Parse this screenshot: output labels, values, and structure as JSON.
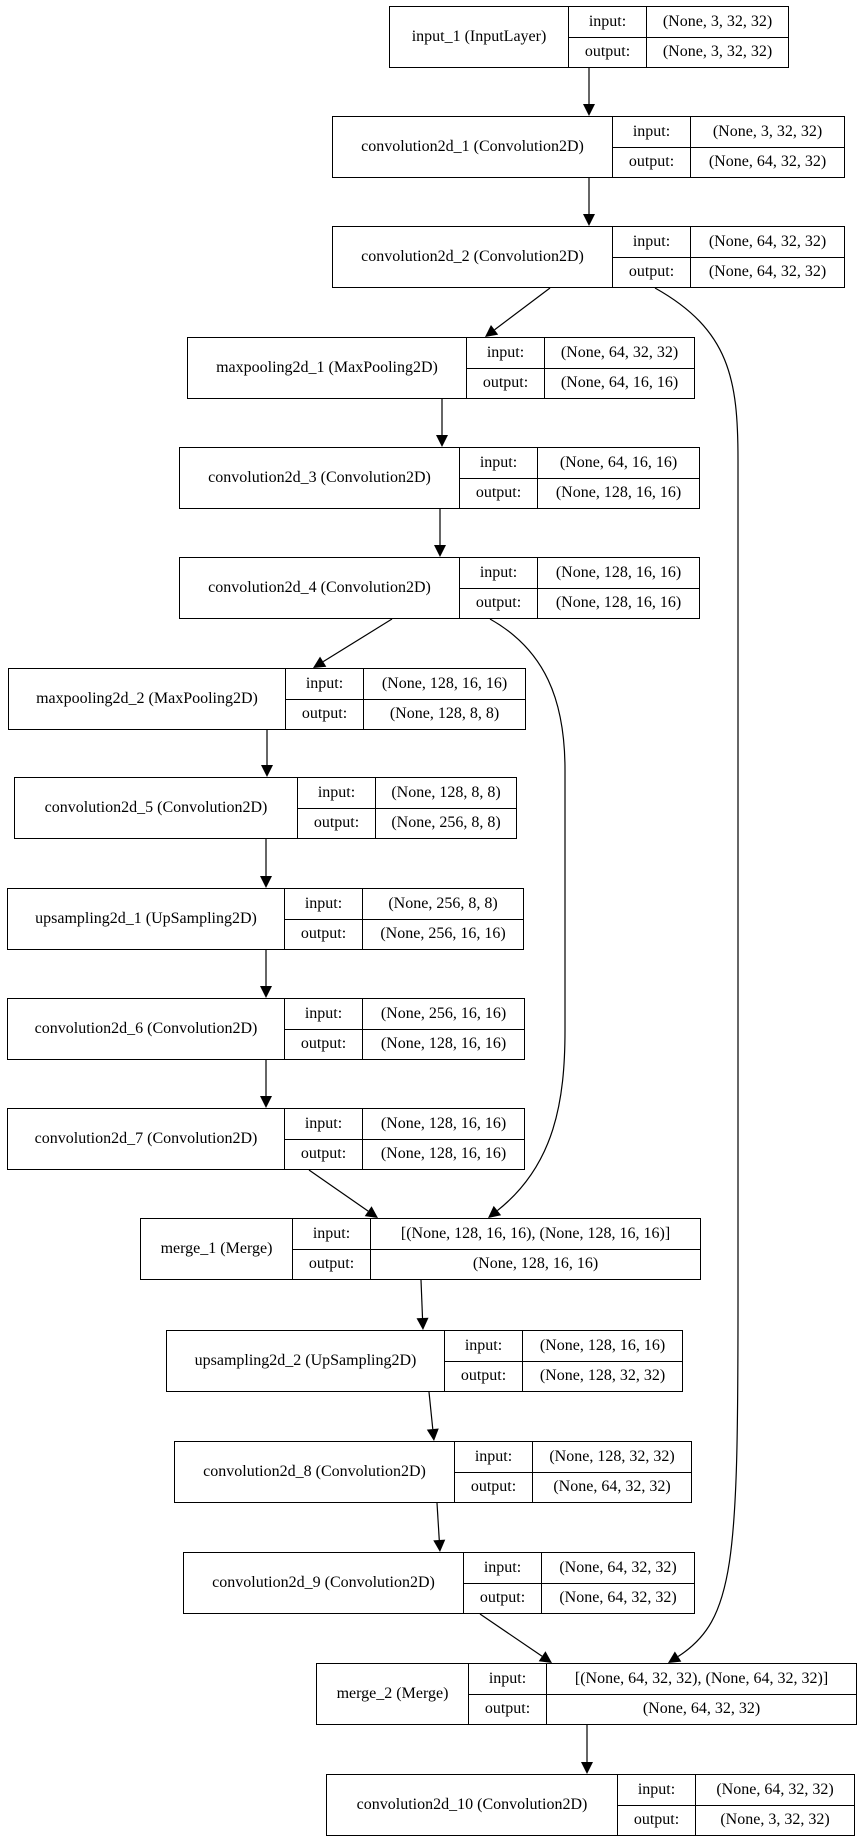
{
  "labels": {
    "input": "input:",
    "output": "output:"
  },
  "nodes": [
    {
      "id": "input_1",
      "name": "input_1 (InputLayer)",
      "input": "(None, 3, 32, 32)",
      "output": "(None, 3, 32, 32)"
    },
    {
      "id": "convolution2d_1",
      "name": "convolution2d_1 (Convolution2D)",
      "input": "(None, 3, 32, 32)",
      "output": "(None, 64, 32, 32)"
    },
    {
      "id": "convolution2d_2",
      "name": "convolution2d_2 (Convolution2D)",
      "input": "(None, 64, 32, 32)",
      "output": "(None, 64, 32, 32)"
    },
    {
      "id": "maxpooling2d_1",
      "name": "maxpooling2d_1 (MaxPooling2D)",
      "input": "(None, 64, 32, 32)",
      "output": "(None, 64, 16, 16)"
    },
    {
      "id": "convolution2d_3",
      "name": "convolution2d_3 (Convolution2D)",
      "input": "(None, 64, 16, 16)",
      "output": "(None, 128, 16, 16)"
    },
    {
      "id": "convolution2d_4",
      "name": "convolution2d_4 (Convolution2D)",
      "input": "(None, 128, 16, 16)",
      "output": "(None, 128, 16, 16)"
    },
    {
      "id": "maxpooling2d_2",
      "name": "maxpooling2d_2 (MaxPooling2D)",
      "input": "(None, 128, 16, 16)",
      "output": "(None, 128, 8, 8)"
    },
    {
      "id": "convolution2d_5",
      "name": "convolution2d_5 (Convolution2D)",
      "input": "(None, 128, 8, 8)",
      "output": "(None, 256, 8, 8)"
    },
    {
      "id": "upsampling2d_1",
      "name": "upsampling2d_1 (UpSampling2D)",
      "input": "(None, 256, 8, 8)",
      "output": "(None, 256, 16, 16)"
    },
    {
      "id": "convolution2d_6",
      "name": "convolution2d_6 (Convolution2D)",
      "input": "(None, 256, 16, 16)",
      "output": "(None, 128, 16, 16)"
    },
    {
      "id": "convolution2d_7",
      "name": "convolution2d_7 (Convolution2D)",
      "input": "(None, 128, 16, 16)",
      "output": "(None, 128, 16, 16)"
    },
    {
      "id": "merge_1",
      "name": "merge_1 (Merge)",
      "input": "[(None, 128, 16, 16), (None, 128, 16, 16)]",
      "output": "(None, 128, 16, 16)"
    },
    {
      "id": "upsampling2d_2",
      "name": "upsampling2d_2 (UpSampling2D)",
      "input": "(None, 128, 16, 16)",
      "output": "(None, 128, 32, 32)"
    },
    {
      "id": "convolution2d_8",
      "name": "convolution2d_8 (Convolution2D)",
      "input": "(None, 128, 32, 32)",
      "output": "(None, 64, 32, 32)"
    },
    {
      "id": "convolution2d_9",
      "name": "convolution2d_9 (Convolution2D)",
      "input": "(None, 64, 32, 32)",
      "output": "(None, 64, 32, 32)"
    },
    {
      "id": "merge_2",
      "name": "merge_2 (Merge)",
      "input": "[(None, 64, 32, 32), (None, 64, 32, 32)]",
      "output": "(None, 64, 32, 32)"
    },
    {
      "id": "convolution2d_10",
      "name": "convolution2d_10 (Convolution2D)",
      "input": "(None, 64, 32, 32)",
      "output": "(None, 3, 32, 32)"
    }
  ],
  "edges": [
    {
      "from": "input_1",
      "to": "convolution2d_1"
    },
    {
      "from": "convolution2d_1",
      "to": "convolution2d_2"
    },
    {
      "from": "convolution2d_2",
      "to": "maxpooling2d_1"
    },
    {
      "from": "convolution2d_2",
      "to": "merge_2"
    },
    {
      "from": "maxpooling2d_1",
      "to": "convolution2d_3"
    },
    {
      "from": "convolution2d_3",
      "to": "convolution2d_4"
    },
    {
      "from": "convolution2d_4",
      "to": "maxpooling2d_2"
    },
    {
      "from": "convolution2d_4",
      "to": "merge_1"
    },
    {
      "from": "maxpooling2d_2",
      "to": "convolution2d_5"
    },
    {
      "from": "convolution2d_5",
      "to": "upsampling2d_1"
    },
    {
      "from": "upsampling2d_1",
      "to": "convolution2d_6"
    },
    {
      "from": "convolution2d_6",
      "to": "convolution2d_7"
    },
    {
      "from": "convolution2d_7",
      "to": "merge_1"
    },
    {
      "from": "merge_1",
      "to": "upsampling2d_2"
    },
    {
      "from": "upsampling2d_2",
      "to": "convolution2d_8"
    },
    {
      "from": "convolution2d_8",
      "to": "convolution2d_9"
    },
    {
      "from": "convolution2d_9",
      "to": "merge_2"
    },
    {
      "from": "merge_2",
      "to": "convolution2d_10"
    }
  ]
}
